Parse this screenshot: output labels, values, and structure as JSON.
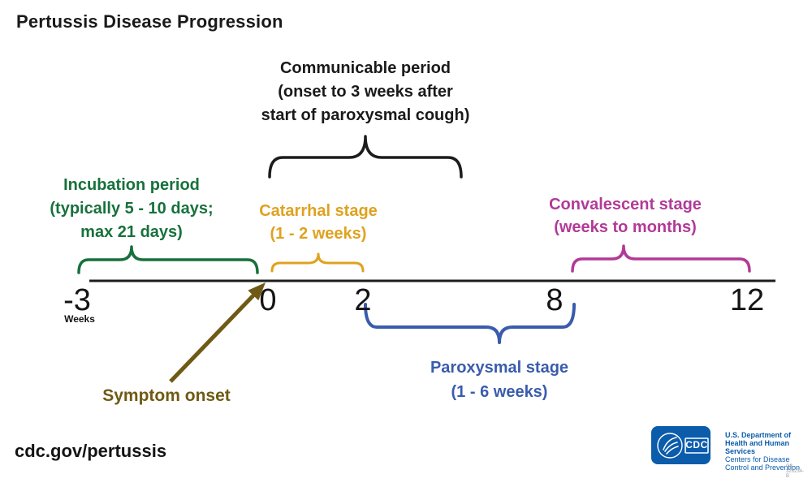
{
  "title": "Pertussis Disease Progression",
  "colors": {
    "ink": "#1a1a1a",
    "green": "#17713c",
    "orange": "#dfa21f",
    "magenta": "#b23a97",
    "blue": "#3a5cad",
    "olive": "#6e5a14",
    "cdc_blue": "#0b5cab",
    "muted": "#97a0ab"
  },
  "annotations": {
    "communicable": {
      "lines": [
        "Communicable period",
        "(onset to 3 weeks after",
        "start of paroxysmal cough)"
      ]
    },
    "incubation": {
      "lines": [
        "Incubation period",
        "(typically 5 - 10 days;",
        "max 21 days)"
      ]
    },
    "catarrhal": {
      "lines": [
        "Catarrhal stage",
        "(1 - 2 weeks)"
      ]
    },
    "convalescent": {
      "lines": [
        "Convalescent stage",
        "(weeks to months)"
      ]
    },
    "paroxysmal": {
      "lines": [
        "Paroxysmal stage",
        "(1 - 6 weeks)"
      ]
    },
    "symptom_onset": {
      "label": "Symptom onset"
    }
  },
  "timeline": {
    "axis_label": "Weeks",
    "ticks": [
      "-3",
      "0",
      "2",
      "8",
      "12"
    ]
  },
  "footer": {
    "url": "cdc.gov/pertussis"
  },
  "logo": {
    "acronym": "CDC",
    "dept_lines": [
      "U.S. Department of",
      "Health and Human Services"
    ],
    "org_lines": [
      "Centers for Disease",
      "Control and Prevention"
    ],
    "doc_code": "CS 326234-B"
  }
}
